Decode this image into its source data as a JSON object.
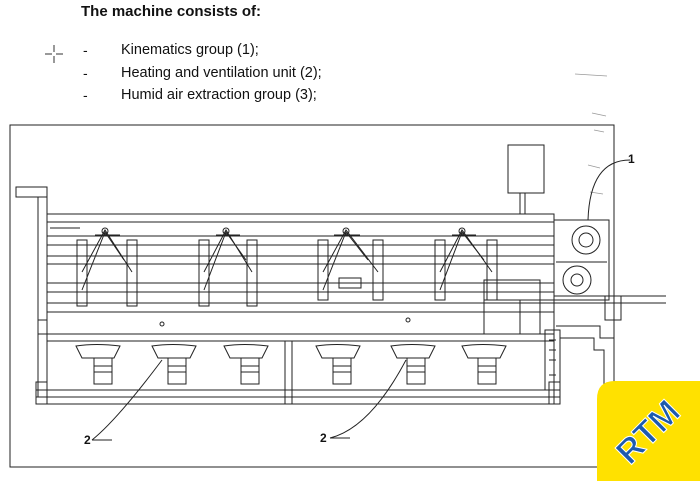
{
  "document": {
    "heading": "The machine consists of:",
    "items": [
      {
        "bullet": "-",
        "text": "Kinematics group (1);"
      },
      {
        "bullet": "-",
        "text": "Heating and ventilation unit  (2);"
      },
      {
        "bullet": "-",
        "text": "Humid air extraction group (3);"
      }
    ]
  },
  "drawing": {
    "callouts": [
      "1",
      "2",
      "2"
    ]
  },
  "logo": {
    "text": "RTM",
    "bg_color": "#FFE100",
    "text_color": "#1D5AAE"
  }
}
